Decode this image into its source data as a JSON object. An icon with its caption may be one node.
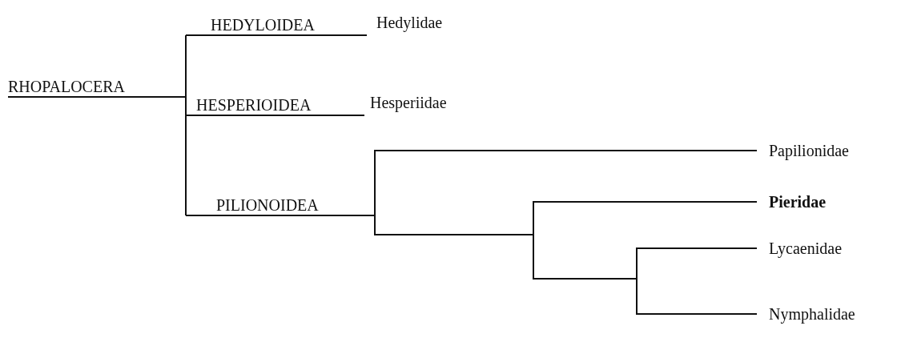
{
  "diagram": {
    "nodes": [
      {
        "text": [
          "RHOPALOCERA"
        ]
      },
      {
        "text": [
          "HEDYLOIDEA"
        ],
        "beside": [
          "Hedylidae"
        ]
      },
      {
        "text": [
          "HESPERIOIDEA"
        ],
        "beside": [
          "Hesperiidae"
        ]
      },
      {
        "text": [
          "PILIONOIDEA"
        ]
      },
      {
        "text": [
          "Papilionidae"
        ]
      },
      {
        "text": [
          "Pieridae"
        ]
      },
      {
        "text": [
          "Lycaenidae"
        ]
      },
      {
        "text": [
          "Nymphalidae"
        ]
      }
    ],
    "edges": [
      {
        "from": 0,
        "to": 1,
        "arrow": "none"
      },
      {
        "from": 0,
        "to": 2,
        "arrow": "none"
      },
      {
        "from": 0,
        "to": 3,
        "arrow": "none"
      },
      {
        "from": 3,
        "to": 4,
        "arrow": "none"
      },
      {
        "from": 3,
        "to": 5,
        "arrow": "none"
      },
      {
        "from": 3,
        "to": 6,
        "arrow": "none"
      },
      {
        "from": 3,
        "to": 7,
        "arrow": "none"
      }
    ]
  }
}
